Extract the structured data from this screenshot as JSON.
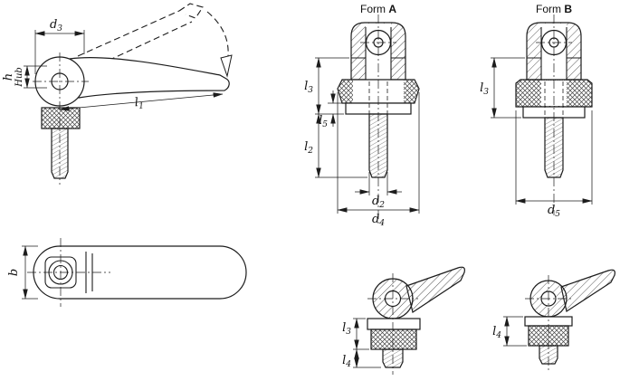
{
  "drawing": {
    "description": "technical drawing of adjustable cam clamping lever, two forms",
    "colors": {
      "line": "#1c1c1c",
      "background": "#ffffff"
    },
    "titles": {
      "form_a_prefix": "Form ",
      "form_a_letter": "A",
      "form_b_prefix": "Form ",
      "form_b_letter": "B"
    },
    "dimensions": {
      "d3": {
        "base": "d",
        "sub": "3"
      },
      "h": {
        "base": "h",
        "sub": ""
      },
      "hub": {
        "base": "Hub",
        "sub": ""
      },
      "l1": {
        "base": "l",
        "sub": "1"
      },
      "l2": {
        "base": "l",
        "sub": "2"
      },
      "l3": {
        "base": "l",
        "sub": "3"
      },
      "l4": {
        "base": "l",
        "sub": "4"
      },
      "l5": {
        "base": "l",
        "sub": "5"
      },
      "d2": {
        "base": "d",
        "sub": "2"
      },
      "d4": {
        "base": "d",
        "sub": "4"
      },
      "d5": {
        "base": "d",
        "sub": "5"
      },
      "b": {
        "base": "b",
        "sub": ""
      }
    }
  }
}
